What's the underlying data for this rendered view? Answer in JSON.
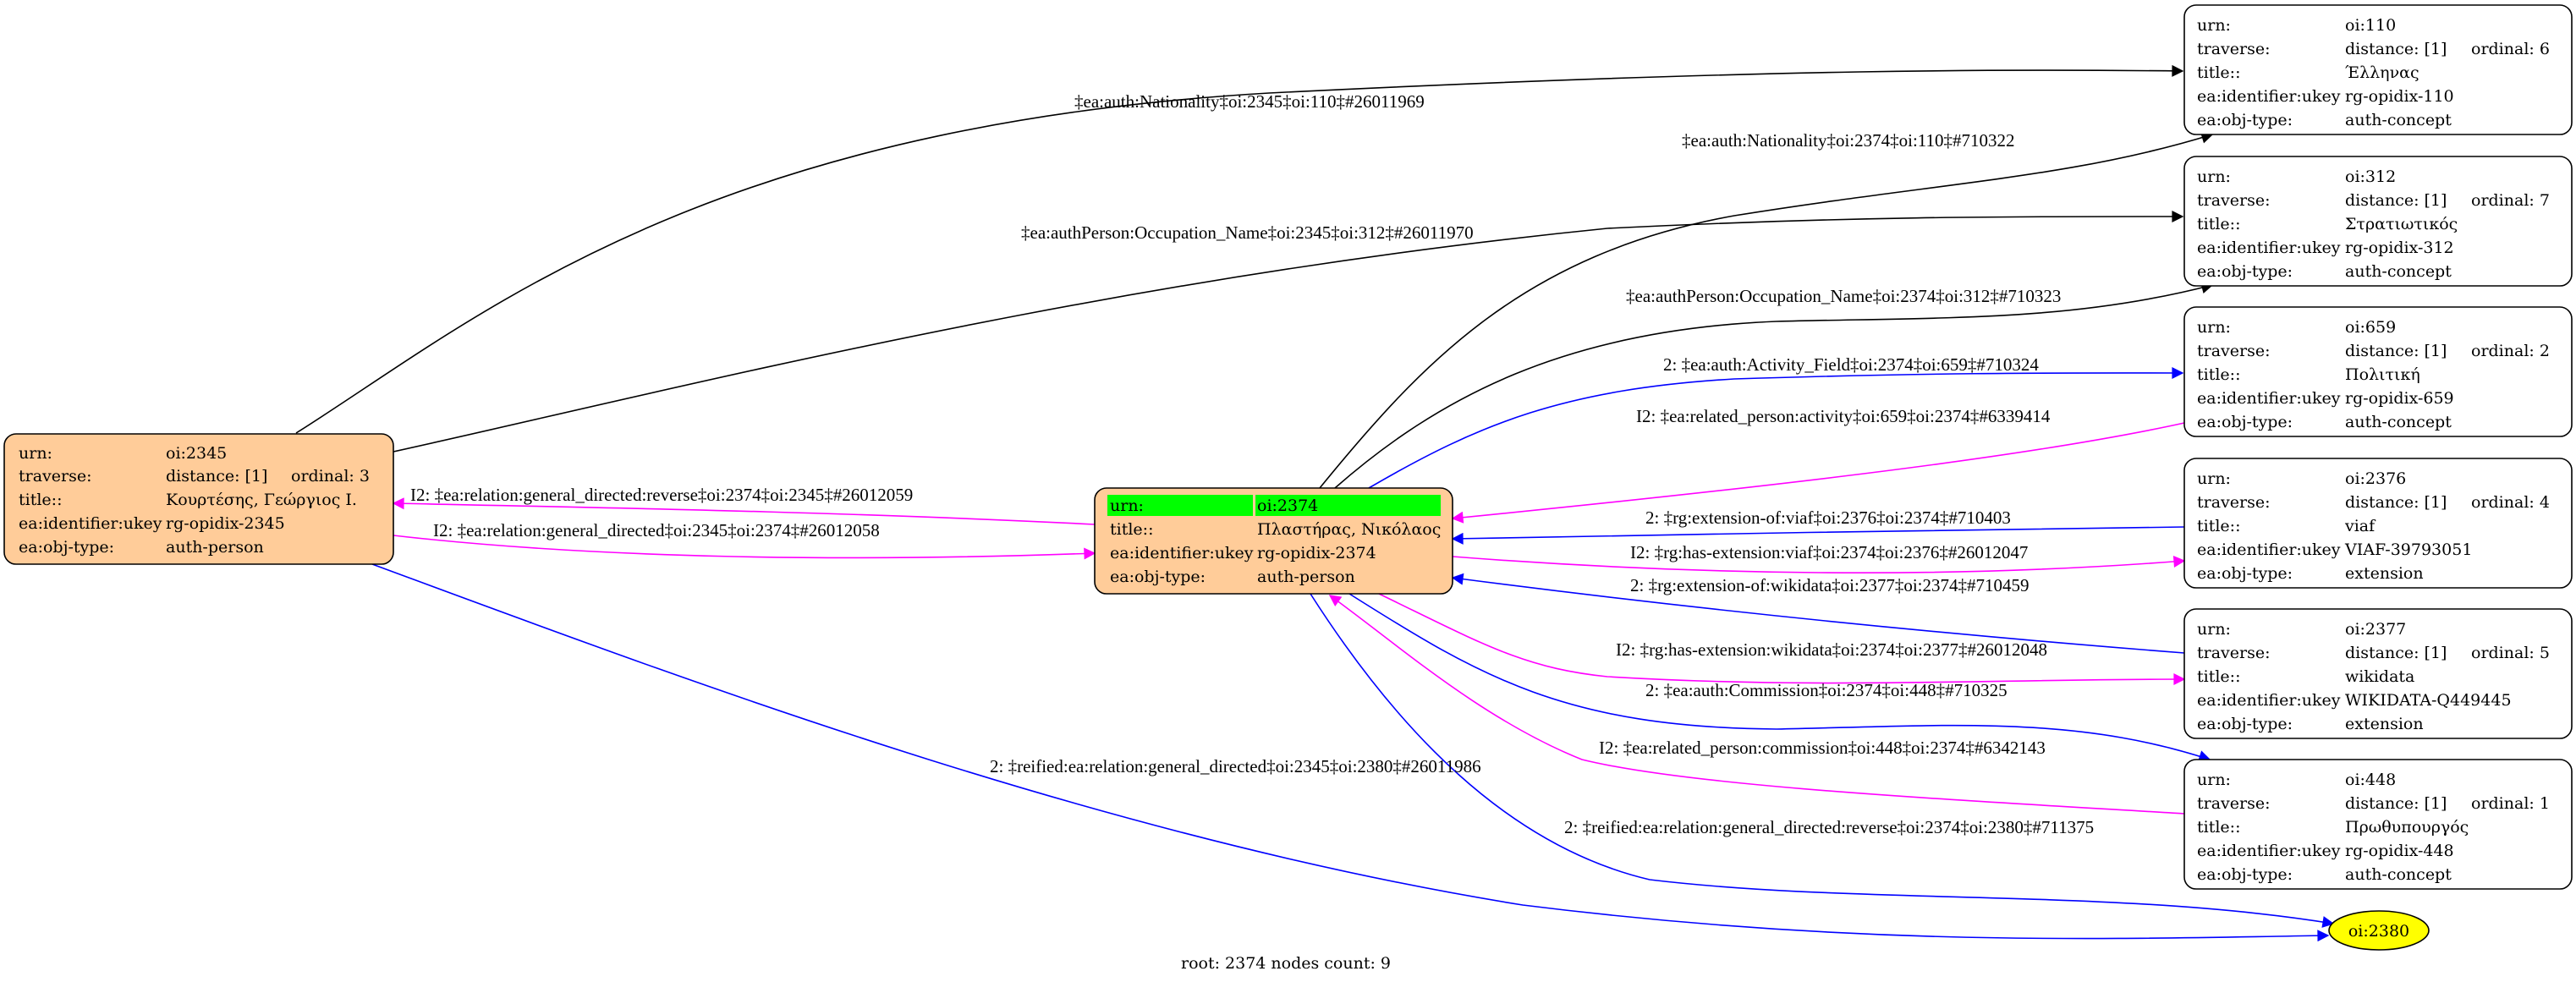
{
  "footer": "root: 2374 nodes count: 9",
  "colors": {
    "node_fill_person": "#ffcc99",
    "node_fill_other": "#ffffff",
    "root_highlight": "#00ff00",
    "leaf_fill": "#ffff00",
    "edge_black": "#000000",
    "edge_blue": "#0000ff",
    "edge_magenta": "#ff00ff"
  },
  "row_labels": {
    "urn": "urn:",
    "traverse": "traverse:",
    "title": "title::",
    "ukey": "ea:identifier:ukey",
    "objtype": "ea:obj-type:"
  },
  "nodes": {
    "n2345": {
      "urn": "oi:2345",
      "distance": "distance: [1]",
      "ordinal": "ordinal: 3",
      "title": "Κουρτέσης, Γεώργιος Ι.",
      "ukey": "rg-opidix-2345",
      "objtype": "auth-person"
    },
    "n2374": {
      "urn": "oi:2374",
      "title": "Πλαστήρας, Νικόλαος",
      "ukey": "rg-opidix-2374",
      "objtype": "auth-person",
      "is_root": true
    },
    "n110": {
      "urn": "oi:110",
      "distance": "distance: [1]",
      "ordinal": "ordinal: 6",
      "title": "Έλληνας",
      "ukey": "rg-opidix-110",
      "objtype": "auth-concept"
    },
    "n312": {
      "urn": "oi:312",
      "distance": "distance: [1]",
      "ordinal": "ordinal: 7",
      "title": "Στρατιωτικός",
      "ukey": "rg-opidix-312",
      "objtype": "auth-concept"
    },
    "n659": {
      "urn": "oi:659",
      "distance": "distance: [1]",
      "ordinal": "ordinal: 2",
      "title": "Πολιτική",
      "ukey": "rg-opidix-659",
      "objtype": "auth-concept"
    },
    "n2376": {
      "urn": "oi:2376",
      "distance": "distance: [1]",
      "ordinal": "ordinal: 4",
      "title": "viaf",
      "ukey": "VIAF-39793051",
      "objtype": "extension"
    },
    "n2377": {
      "urn": "oi:2377",
      "distance": "distance: [1]",
      "ordinal": "ordinal: 5",
      "title": "wikidata",
      "ukey": "WIKIDATA-Q449445",
      "objtype": "extension"
    },
    "n448": {
      "urn": "oi:448",
      "distance": "distance: [1]",
      "ordinal": "ordinal: 1",
      "title": "Πρωθυπουργός",
      "ukey": "rg-opidix-448",
      "objtype": "auth-concept"
    },
    "n2380": {
      "label": "oi:2380"
    }
  },
  "edges": [
    {
      "from": "oi:2345",
      "to": "oi:110",
      "color": "black",
      "label": "‡ea:auth:Nationality‡oi:2345‡oi:110‡#26011969"
    },
    {
      "from": "oi:2345",
      "to": "oi:312",
      "color": "black",
      "label": "‡ea:authPerson:Occupation_Name‡oi:2345‡oi:312‡#26011970"
    },
    {
      "from": "oi:2374",
      "to": "oi:110",
      "color": "black",
      "label": "‡ea:auth:Nationality‡oi:2374‡oi:110‡#710322"
    },
    {
      "from": "oi:2374",
      "to": "oi:312",
      "color": "black",
      "label": "‡ea:authPerson:Occupation_Name‡oi:2374‡oi:312‡#710323"
    },
    {
      "from": "oi:2374",
      "to": "oi:659",
      "color": "blue",
      "label": "2: ‡ea:auth:Activity_Field‡oi:2374‡oi:659‡#710324"
    },
    {
      "from": "oi:659",
      "to": "oi:2374",
      "color": "magenta",
      "label": "I2: ‡ea:related_person:activity‡oi:659‡oi:2374‡#6339414"
    },
    {
      "from": "oi:2374",
      "to": "oi:2345",
      "color": "magenta",
      "label": "I2: ‡ea:relation:general_directed:reverse‡oi:2374‡oi:2345‡#26012059"
    },
    {
      "from": "oi:2345",
      "to": "oi:2374",
      "color": "magenta",
      "label": "I2: ‡ea:relation:general_directed‡oi:2345‡oi:2374‡#26012058"
    },
    {
      "from": "oi:2376",
      "to": "oi:2374",
      "color": "blue",
      "label": "2: ‡rg:extension-of:viaf‡oi:2376‡oi:2374‡#710403"
    },
    {
      "from": "oi:2374",
      "to": "oi:2376",
      "color": "magenta",
      "label": "I2: ‡rg:has-extension:viaf‡oi:2374‡oi:2376‡#26012047"
    },
    {
      "from": "oi:2377",
      "to": "oi:2374",
      "color": "blue",
      "label": "2: ‡rg:extension-of:wikidata‡oi:2377‡oi:2374‡#710459"
    },
    {
      "from": "oi:2374",
      "to": "oi:2377",
      "color": "magenta",
      "label": "I2: ‡rg:has-extension:wikidata‡oi:2374‡oi:2377‡#26012048"
    },
    {
      "from": "oi:2374",
      "to": "oi:448",
      "color": "blue",
      "label": "2: ‡ea:auth:Commission‡oi:2374‡oi:448‡#710325"
    },
    {
      "from": "oi:448",
      "to": "oi:2374",
      "color": "magenta",
      "label": "I2: ‡ea:related_person:commission‡oi:448‡oi:2374‡#6342143"
    },
    {
      "from": "oi:2345",
      "to": "oi:2380",
      "color": "blue",
      "label": "2: ‡reified:ea:relation:general_directed‡oi:2345‡oi:2380‡#26011986"
    },
    {
      "from": "oi:2374",
      "to": "oi:2380",
      "color": "blue",
      "label": "2: ‡reified:ea:relation:general_directed:reverse‡oi:2374‡oi:2380‡#711375"
    }
  ]
}
